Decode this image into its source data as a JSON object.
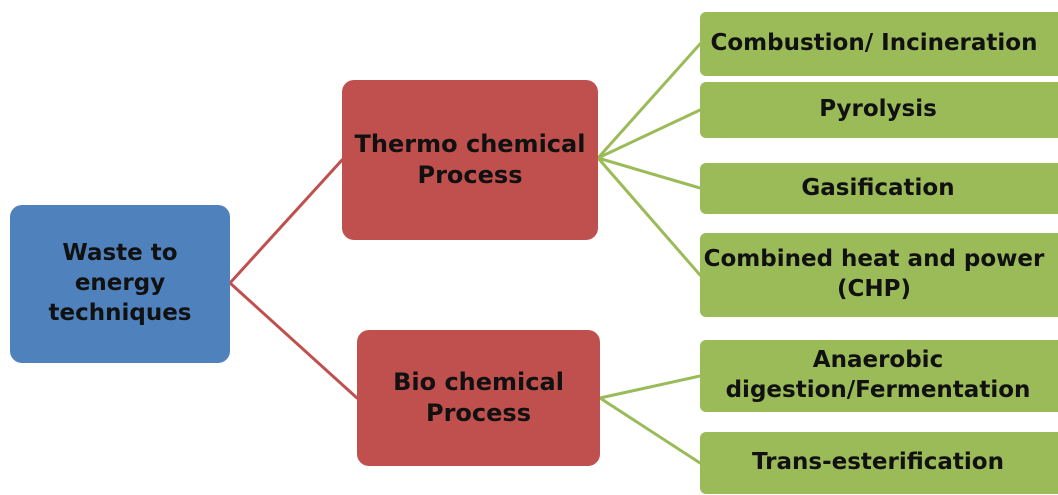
{
  "diagram": {
    "root": {
      "label": "Waste to\nenergy\ntechniques",
      "color": "#4f81bd"
    },
    "branches": [
      {
        "label": "Thermo chemical\nProcess",
        "color": "#c0504d",
        "children": [
          "Combustion/ Incineration",
          "Pyrolysis",
          "Gasification",
          "Combined heat and power\n(CHP)"
        ]
      },
      {
        "label": "Bio chemical\nProcess",
        "color": "#c0504d",
        "children": [
          "Anaerobic\ndigestion/Fermentation",
          "Trans-esterification"
        ]
      }
    ],
    "leaf_color": "#9bbb59",
    "root_connector_color": "#c0504d",
    "leaf_connector_color": "#9bbb59"
  }
}
